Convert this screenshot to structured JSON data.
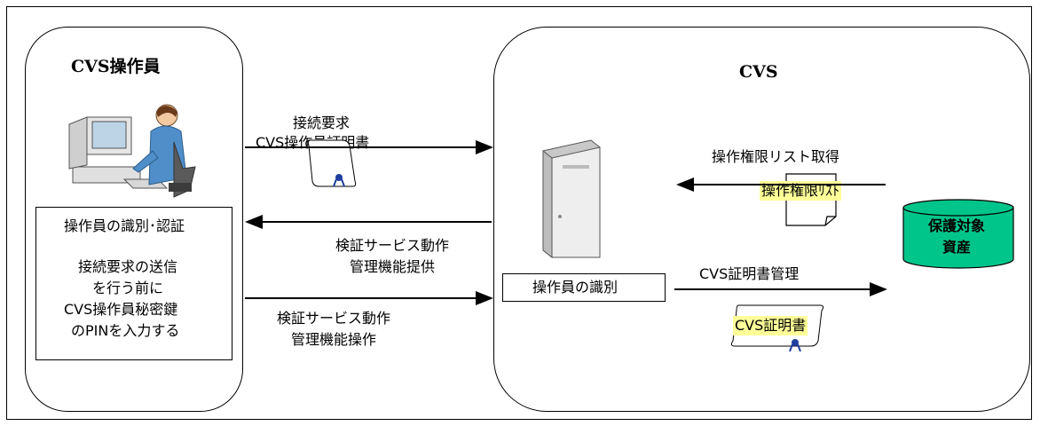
{
  "operator_panel": {
    "title": "CVS操作員",
    "box": {
      "line1": "操作員の識別･認証",
      "line2": "接続要求の送信",
      "line3": "を行う前に",
      "line4": "CVS操作員秘密鍵",
      "line5": "のPINを入力する"
    }
  },
  "cvs_panel": {
    "title": "CVS",
    "identify_box": "操作員の識別",
    "privilege_label": "操作権限リスト取得",
    "privilege_doc": "操作権限ﾘｽﾄ",
    "cert_mgmt_label": "CVS証明書管理",
    "cert_doc": "CVS証明書",
    "asset": {
      "line1": "保護対象",
      "line2": "資産"
    }
  },
  "arrows": {
    "connect": {
      "line1": "接続要求",
      "line2": "CVS操作員証明書"
    },
    "provide": {
      "line1": "検証サービス動作",
      "line2": "管理機能提供"
    },
    "operate": {
      "line1": "検証サービス動作",
      "line2": "管理機能操作"
    }
  },
  "colors": {
    "asset_fill": "#00c58a",
    "highlight": "#ffff99",
    "monitor": "#d9d9d9",
    "server": "#e3e3e3"
  }
}
